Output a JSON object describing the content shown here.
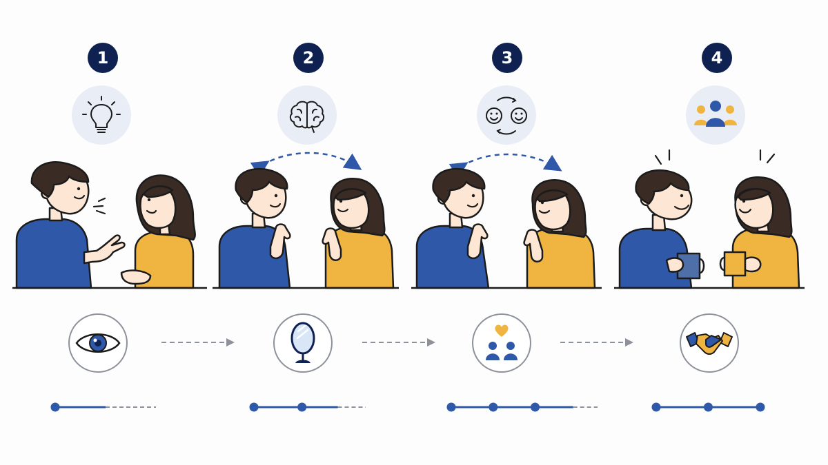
{
  "steps": [
    {
      "number": "1",
      "top_icon": "lightbulb-icon",
      "bottom_icon": "eye-icon",
      "progress": {
        "filled": 1,
        "total": 2
      }
    },
    {
      "number": "2",
      "top_icon": "brain-icon",
      "bottom_icon": "mirror-icon",
      "progress": {
        "filled": 2,
        "total": 3
      }
    },
    {
      "number": "3",
      "top_icon": "smiley-exchange-icon",
      "bottom_icon": "heart-people-icon",
      "progress": {
        "filled": 3,
        "total": 4
      }
    },
    {
      "number": "4",
      "top_icon": "group-icon",
      "bottom_icon": "handshake-icon",
      "progress": {
        "filled": 3,
        "total": 3
      }
    }
  ],
  "colors": {
    "navy": "#0e2150",
    "blue": "#2f58a8",
    "yellow": "#f0b440",
    "hair": "#3a2b25",
    "skin": "#fde6d4",
    "outline": "#1b1b1b",
    "icon_bg": "#e9edf6",
    "dash": "#8d9199"
  }
}
